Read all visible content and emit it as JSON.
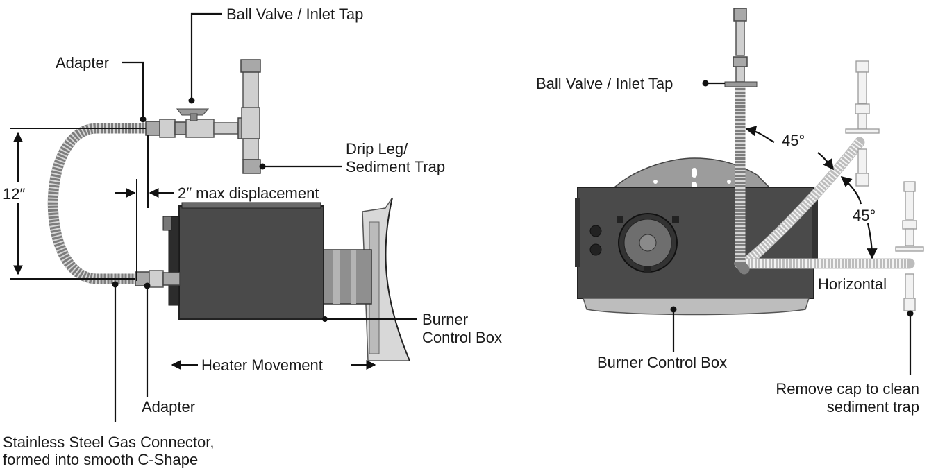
{
  "labels": {
    "left_ball_valve": "Ball Valve / Inlet Tap",
    "left_adapter_top": "Adapter",
    "drip_leg_line1": "Drip Leg/",
    "drip_leg_line2": "Sediment Trap",
    "height_dim": "12″",
    "displacement": "2″ max displacement",
    "left_burner_line1": "Burner",
    "left_burner_line2": "Control Box",
    "heater_movement": "Heater Movement",
    "left_adapter_bottom": "Adapter",
    "connector_line1": "Stainless Steel Gas Connector,",
    "connector_line2": "formed into smooth C-Shape",
    "right_ball_valve": "Ball Valve / Inlet Tap",
    "angle_upper": "45°",
    "angle_lower": "45°",
    "horizontal": "Horizontal",
    "right_burner": "Burner Control Box",
    "remove_cap_line1": "Remove cap to clean",
    "remove_cap_line2": "sediment trap"
  },
  "colors": {
    "heater_body": "#4a4a4a",
    "hose": "#7d7d7d",
    "fitting": "#cfcfcf",
    "text": "#1a1a1a"
  }
}
